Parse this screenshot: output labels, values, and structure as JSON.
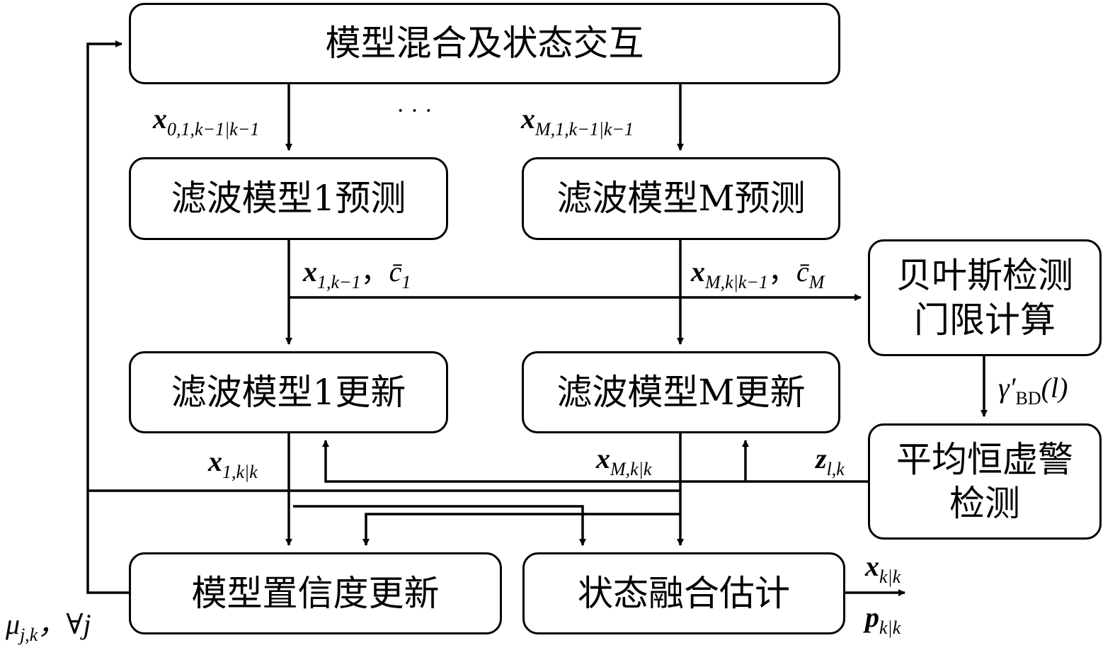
{
  "diagram": {
    "type": "flowchart",
    "title": "IMM filtering with Bayesian detection threshold and average CFAR detection",
    "nodes": {
      "mixing": {
        "label": "模型混合及状态交互"
      },
      "predict_1": {
        "label": "滤波模型1预测"
      },
      "predict_M": {
        "label": "滤波模型M预测"
      },
      "update_1": {
        "label": "滤波模型1更新"
      },
      "update_M": {
        "label": "滤波模型M更新"
      },
      "bayes": {
        "line1": "贝叶斯检测",
        "line2": "门限计算"
      },
      "cfar": {
        "line1": "平均恒虚警",
        "line2": "检测"
      },
      "confidence": {
        "label": "模型置信度更新"
      },
      "fusion": {
        "label": "状态融合估计"
      }
    },
    "edge_labels": {
      "mix_to_pred1": {
        "base": "x",
        "sub": "0,1,k−1|k−1"
      },
      "ellipsis": "· · ·",
      "mix_to_predM": {
        "base": "x",
        "sub": "M,1,k−1|k−1"
      },
      "pred1_out": {
        "base": "x",
        "sub": "1,k−1",
        "sep": "，",
        "c_base": "c̄",
        "c_sub": "1"
      },
      "predM_out": {
        "base": "x",
        "sub": "M,k|k−1",
        "sep": "，",
        "c_base": "c̄",
        "c_sub": "M"
      },
      "gamma": {
        "base": "γ′",
        "sub": "BD",
        "arg": "(l)"
      },
      "upd1_out": {
        "base": "x",
        "sub": "1,k|k"
      },
      "updM_out": {
        "base": "x",
        "sub": "M,k|k"
      },
      "measurement": {
        "base": "z",
        "sub": "l,k"
      },
      "mu": {
        "base": "μ",
        "sub": "j,k",
        "suffix": "，∀j"
      },
      "output_x": {
        "base": "x",
        "sub": "k|k"
      },
      "output_p": {
        "base": "p",
        "sub": "k|k"
      }
    },
    "edges": [
      {
        "from": "mixing",
        "to": "predict_1",
        "label": "mix_to_pred1"
      },
      {
        "from": "mixing",
        "to": "predict_M",
        "label": "mix_to_predM"
      },
      {
        "from": "predict_1",
        "to": "update_1",
        "label": "pred1_out"
      },
      {
        "from": "predict_1",
        "to": "bayes"
      },
      {
        "from": "predict_M",
        "to": "update_M",
        "label": "predM_out"
      },
      {
        "from": "predict_M",
        "to": "bayes"
      },
      {
        "from": "bayes",
        "to": "cfar",
        "label": "gamma"
      },
      {
        "from": "cfar",
        "to": "update_1",
        "label": "measurement"
      },
      {
        "from": "cfar",
        "to": "update_M",
        "label": "measurement"
      },
      {
        "from": "update_1",
        "to": "confidence",
        "label": "upd1_out"
      },
      {
        "from": "update_1",
        "to": "fusion"
      },
      {
        "from": "update_M",
        "to": "confidence",
        "label": "updM_out"
      },
      {
        "from": "update_M",
        "to": "fusion"
      },
      {
        "from": "update_M",
        "to": "mixing"
      },
      {
        "from": "confidence",
        "to": "mixing",
        "label": "mu"
      },
      {
        "from": "fusion",
        "to": "output",
        "label": "output_x"
      }
    ]
  }
}
